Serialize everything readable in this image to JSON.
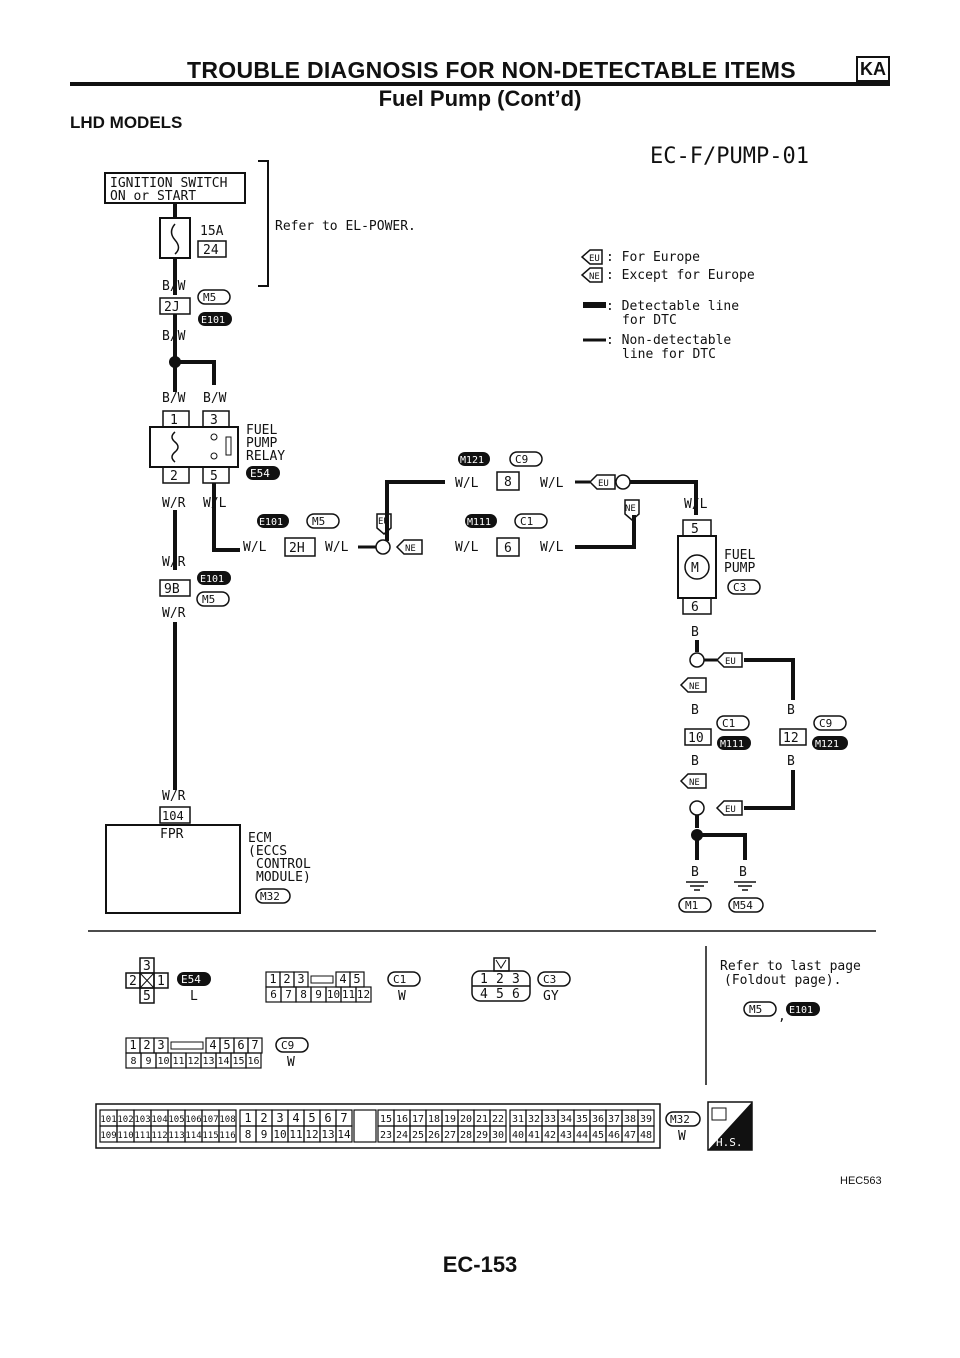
{
  "header": {
    "title": "TROUBLE DIAGNOSIS FOR NON-DETECTABLE ITEMS",
    "badge": "KA",
    "subtitle": "Fuel Pump (Cont’d)"
  },
  "section_title": "LHD MODELS",
  "diagram": {
    "code": "EC-F/PUMP-01",
    "ignition": [
      "IGNITION SWITCH",
      "ON or START"
    ],
    "fuse": {
      "rating": "15A",
      "number": "24"
    },
    "refer_power": "Refer to EL-POWER.",
    "legend": {
      "eu_tag": "EU",
      "eu_text": ": For Europe",
      "ne_tag": "NE",
      "ne_text": ": Except for Europe",
      "det1": ": Detectable line",
      "det2": "for DTC",
      "non1": ": Non-detectable",
      "non2": "line for DTC"
    },
    "wires": {
      "bw": "B/W",
      "wr": "W/R",
      "wl": "W/L",
      "b": "B"
    },
    "connectors": {
      "c2j": "2J",
      "m5": "M5",
      "e101": "E101",
      "p1": "1",
      "p3": "3",
      "p2": "2",
      "p5": "5",
      "e54": "E54",
      "m121": "M121",
      "c9": "C9",
      "p8": "8",
      "m111": "M111",
      "c1": "C1",
      "p6": "6",
      "c2h": "2H",
      "c9b": "9B",
      "fp5": "5",
      "fp6": "6",
      "c3": "C3",
      "p10": "10",
      "p12": "12",
      "p104": "104",
      "m1": "M1",
      "m54": "M54",
      "m32": "M32"
    },
    "relay": [
      "FUEL",
      "PUMP",
      "RELAY"
    ],
    "pump": [
      "FUEL",
      "PUMP"
    ],
    "ecm": [
      "ECM",
      "(ECCS",
      "CONTROL",
      "MODULE)"
    ],
    "fpr": "FPR",
    "connector_views": {
      "e54_color": "L",
      "c1_color": "W",
      "c3_color": "GY",
      "c9_color": "W",
      "m32_color": "W",
      "c1_top": [
        "1",
        "2",
        "3",
        "4",
        "5"
      ],
      "c1_bot": [
        "6",
        "7",
        "8",
        "9",
        "10",
        "11",
        "12"
      ],
      "c9_top": [
        "1",
        "2",
        "3",
        "4",
        "5",
        "6",
        "7"
      ],
      "c9_bot": [
        "8",
        "9",
        "10",
        "11",
        "12",
        "13",
        "14",
        "15",
        "16"
      ],
      "m32_a_top": [
        "101",
        "102",
        "103",
        "104",
        "105",
        "106",
        "107",
        "108"
      ],
      "m32_a_bot": [
        "109",
        "110",
        "111",
        "112",
        "113",
        "114",
        "115",
        "116"
      ],
      "m32_b_top": [
        "1",
        "2",
        "3",
        "4",
        "5",
        "6",
        "7"
      ],
      "m32_b_bot": [
        "8",
        "9",
        "10",
        "11",
        "12",
        "13",
        "14"
      ],
      "m32_c_top": [
        "15",
        "16",
        "17",
        "18",
        "19",
        "20",
        "21",
        "22"
      ],
      "m32_c_bot": [
        "23",
        "24",
        "25",
        "26",
        "27",
        "28",
        "29",
        "30"
      ],
      "m32_d_top": [
        "31",
        "32",
        "33",
        "34",
        "35",
        "36",
        "37",
        "38",
        "39"
      ],
      "m32_d_bot": [
        "40",
        "41",
        "42",
        "43",
        "44",
        "45",
        "46",
        "47",
        "48"
      ],
      "hs": "H.S.",
      "refer_last": [
        "Refer to last page",
        "(Foldout page)."
      ]
    }
  },
  "figure_id": "HEC563",
  "page_number": "EC-153"
}
